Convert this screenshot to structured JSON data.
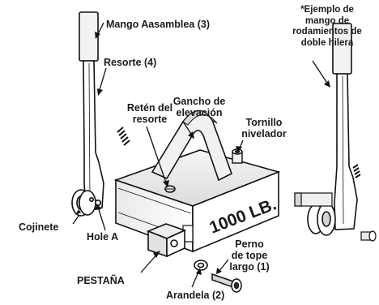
{
  "labels": {
    "mango_asamblea": "Mango Aasamblea (3)",
    "resorte": "Resorte (4)",
    "gancho_l1": "Gancho de",
    "gancho_l2": "elevación",
    "reten_l1": "Retén del",
    "reten_l2": "resorte",
    "tornillo_l1": "Tornillo",
    "tornillo_l2": "nivelador",
    "cojinete": "Cojinete",
    "hole_a": "Hole A",
    "pestana": "PESTAÑA",
    "arandela": "Arandela (2)",
    "perno_l1": "Perno",
    "perno_l2": "de tope",
    "perno_l3": "largo (1)",
    "ejemplo_l1": "*Ejemplo de",
    "ejemplo_l2": "mango de",
    "ejemplo_l3": "rodamientos de",
    "ejemplo_l4": "doble hilera"
  },
  "magnet_rating": "1000 LB."
}
